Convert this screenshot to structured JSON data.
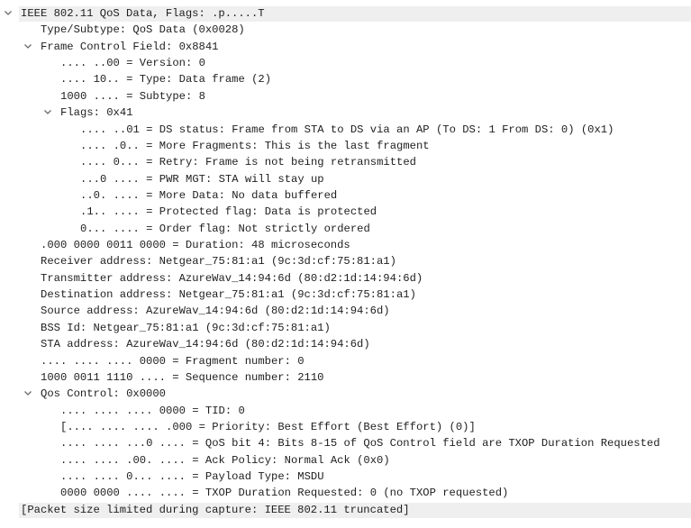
{
  "packet_details": {
    "rows": [
      {
        "level": 0,
        "expandable": true,
        "expanded": true,
        "highlighted": true,
        "text": "IEEE 802.11 QoS Data, Flags: .p.....T"
      },
      {
        "level": 1,
        "expandable": false,
        "text": "Type/Subtype: QoS Data (0x0028)"
      },
      {
        "level": 1,
        "expandable": true,
        "expanded": true,
        "text": "Frame Control Field: 0x8841"
      },
      {
        "level": 2,
        "expandable": false,
        "text": ".... ..00 = Version: 0"
      },
      {
        "level": 2,
        "expandable": false,
        "text": ".... 10.. = Type: Data frame (2)"
      },
      {
        "level": 2,
        "expandable": false,
        "text": "1000 .... = Subtype: 8"
      },
      {
        "level": 2,
        "expandable": true,
        "expanded": true,
        "text": "Flags: 0x41"
      },
      {
        "level": 3,
        "expandable": false,
        "text": ".... ..01 = DS status: Frame from STA to DS via an AP (To DS: 1 From DS: 0) (0x1)"
      },
      {
        "level": 3,
        "expandable": false,
        "text": ".... .0.. = More Fragments: This is the last fragment"
      },
      {
        "level": 3,
        "expandable": false,
        "text": ".... 0... = Retry: Frame is not being retransmitted"
      },
      {
        "level": 3,
        "expandable": false,
        "text": "...0 .... = PWR MGT: STA will stay up"
      },
      {
        "level": 3,
        "expandable": false,
        "text": "..0. .... = More Data: No data buffered"
      },
      {
        "level": 3,
        "expandable": false,
        "text": ".1.. .... = Protected flag: Data is protected"
      },
      {
        "level": 3,
        "expandable": false,
        "text": "0... .... = Order flag: Not strictly ordered"
      },
      {
        "level": 1,
        "expandable": false,
        "text": ".000 0000 0011 0000 = Duration: 48 microseconds"
      },
      {
        "level": 1,
        "expandable": false,
        "text": "Receiver address: Netgear_75:81:a1 (9c:3d:cf:75:81:a1)"
      },
      {
        "level": 1,
        "expandable": false,
        "text": "Transmitter address: AzureWav_14:94:6d (80:d2:1d:14:94:6d)"
      },
      {
        "level": 1,
        "expandable": false,
        "text": "Destination address: Netgear_75:81:a1 (9c:3d:cf:75:81:a1)"
      },
      {
        "level": 1,
        "expandable": false,
        "text": "Source address: AzureWav_14:94:6d (80:d2:1d:14:94:6d)"
      },
      {
        "level": 1,
        "expandable": false,
        "text": "BSS Id: Netgear_75:81:a1 (9c:3d:cf:75:81:a1)"
      },
      {
        "level": 1,
        "expandable": false,
        "text": "STA address: AzureWav_14:94:6d (80:d2:1d:14:94:6d)"
      },
      {
        "level": 1,
        "expandable": false,
        "text": ".... .... .... 0000 = Fragment number: 0"
      },
      {
        "level": 1,
        "expandable": false,
        "text": "1000 0011 1110 .... = Sequence number: 2110"
      },
      {
        "level": 1,
        "expandable": true,
        "expanded": true,
        "text": "Qos Control: 0x0000"
      },
      {
        "level": 2,
        "expandable": false,
        "text": ".... .... .... 0000 = TID: 0"
      },
      {
        "level": 2,
        "expandable": false,
        "text": "[.... .... .... .000 = Priority: Best Effort (Best Effort) (0)]"
      },
      {
        "level": 2,
        "expandable": false,
        "text": ".... .... ...0 .... = QoS bit 4: Bits 8-15 of QoS Control field are TXOP Duration Requested"
      },
      {
        "level": 2,
        "expandable": false,
        "text": ".... .... .00. .... = Ack Policy: Normal Ack (0x0)"
      },
      {
        "level": 2,
        "expandable": false,
        "text": ".... .... 0... .... = Payload Type: MSDU"
      },
      {
        "level": 2,
        "expandable": false,
        "text": "0000 0000 .... .... = TXOP Duration Requested: 0 (no TXOP requested)"
      },
      {
        "level": 0,
        "expandable": false,
        "highlighted": true,
        "text": "[Packet size limited during capture: IEEE 802.11 truncated]"
      }
    ]
  },
  "icons": {
    "expanded": "chevron-down-icon"
  },
  "colors": {
    "text": "#1e1e1e",
    "highlight_bg": "#efefef",
    "chevron": "#6b6b6b"
  }
}
